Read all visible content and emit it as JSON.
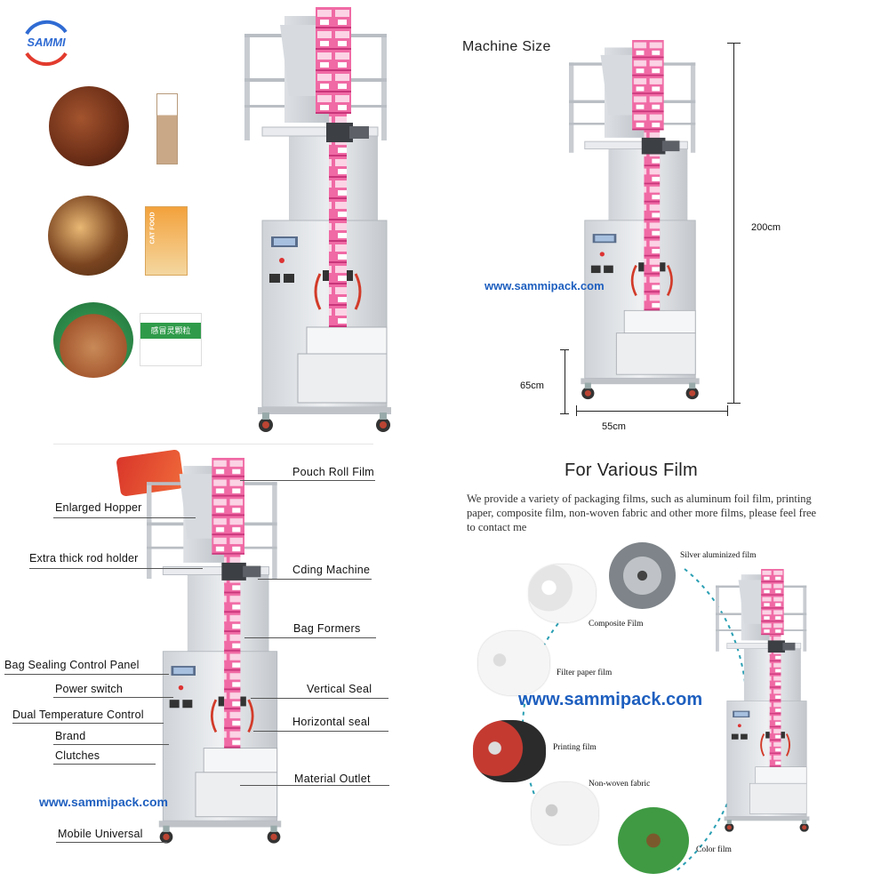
{
  "brand": {
    "logo_text": "SAMMI",
    "accent_blue": "#2f6bd3",
    "accent_red": "#e23b2e"
  },
  "website": "www.sammipack.com",
  "product_samples": [
    {
      "name": "coffee powder",
      "pack_icon": "stick-pack-icon"
    },
    {
      "name": "pet food kibble",
      "pack_icon": "pouch-icon",
      "pack_text": "CAT FOOD"
    },
    {
      "name": "granules",
      "pack_icon": "sachet-icon",
      "pack_text": "感冒灵颗粒"
    }
  ],
  "machine_size": {
    "title": "Machine Size",
    "height": "200cm",
    "depth": "65cm",
    "width": "55cm"
  },
  "parts": {
    "left": [
      "Enlarged Hopper",
      "Extra thick rod holder",
      "Bag Sealing Control Panel",
      "Power switch",
      "Dual Temperature Control",
      "Brand",
      "Clutches",
      "Mobile Universal"
    ],
    "right": [
      "Pouch Roll Film",
      "Cding Machine",
      "Bag Formers",
      "Vertical Seal",
      "Horizontal seal",
      "Material Outlet"
    ]
  },
  "films": {
    "title": "For Various Film",
    "description": "We provide a variety of packaging films, such as aluminum foil film, printing paper, composite film, non-woven fabric and other more films, please feel free to contact me",
    "items": [
      {
        "label": "Silver aluminized film",
        "color": "#9aa0a6"
      },
      {
        "label": "Composite Film",
        "color": "#f1f1f1"
      },
      {
        "label": "Filter paper film",
        "color": "#f7f7f7"
      },
      {
        "label": "Printing film",
        "color": "#b9352d"
      },
      {
        "label": "Non-woven fabric",
        "color": "#f4f4f4"
      },
      {
        "label": "Color film",
        "color": "#3f9a43"
      }
    ]
  }
}
